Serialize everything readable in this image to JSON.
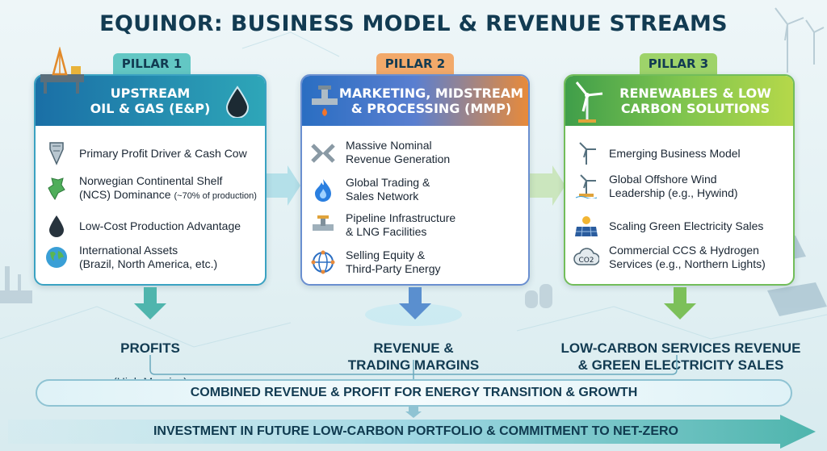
{
  "title": "EQUINOR: BUSINESS MODEL & REVENUE STREAMS",
  "pillars": [
    {
      "tag": "PILLAR 1",
      "heading": "UPSTREAM\nOIL & GAS (E&P)",
      "head_color": "#1f8ab4",
      "items": [
        {
          "icon": "drill-bit-icon",
          "text": "Primary Profit Driver & Cash Cow"
        },
        {
          "icon": "norway-map-icon",
          "text": "Norwegian Continental Shelf\n(NCS) Dominance",
          "small": "(~70% of production)"
        },
        {
          "icon": "oil-drop-icon",
          "text": "Low-Cost Production Advantage"
        },
        {
          "icon": "globe-icon",
          "text": "International Assets\n(Brazil, North America, etc.)"
        }
      ],
      "output_title": "PROFITS",
      "output_sub": "(High Margins)"
    },
    {
      "tag": "PILLAR 2",
      "heading": "MARKETING, MIDSTREAM\n& PROCESSING (MMP)",
      "head_color": "#2a86c2",
      "items": [
        {
          "icon": "pipeline-icon",
          "text": "Massive Nominal\nRevenue Generation"
        },
        {
          "icon": "flame-icon",
          "text": "Global Trading &\nSales Network"
        },
        {
          "icon": "valve-icon",
          "text": "Pipeline Infrastructure\n& LNG Facilities"
        },
        {
          "icon": "globe-network-icon",
          "text": "Selling Equity &\nThird-Party Energy"
        }
      ],
      "output_title": "REVENUE &\nTRADING MARGINS",
      "output_sub": ""
    },
    {
      "tag": "PILLAR 3",
      "heading": "RENEWABLES & LOW\nCARBON SOLUTIONS",
      "head_color": "#55b24a",
      "items": [
        {
          "icon": "wind-turbine-icon",
          "text": "Emerging Business Model"
        },
        {
          "icon": "offshore-wind-icon",
          "text": "Global Offshore Wind\nLeadership (e.g., Hywind)"
        },
        {
          "icon": "solar-panel-icon",
          "text": "Scaling Green Electricity Sales"
        },
        {
          "icon": "co2-icon",
          "text": "Commercial CCS & Hydrogen\nServices (e.g., Northern Lights)"
        }
      ],
      "output_title": "LOW-CARBON SERVICES REVENUE\n& GREEN ELECTRICITY SALES",
      "output_sub": ""
    }
  ],
  "combined": "COMBINED REVENUE & PROFIT FOR ENERGY TRANSITION & GROWTH",
  "investment": "INVESTMENT IN FUTURE LOW-CARBON PORTFOLIO & COMMITMENT TO NET-ZERO",
  "co2_label": "CO2"
}
